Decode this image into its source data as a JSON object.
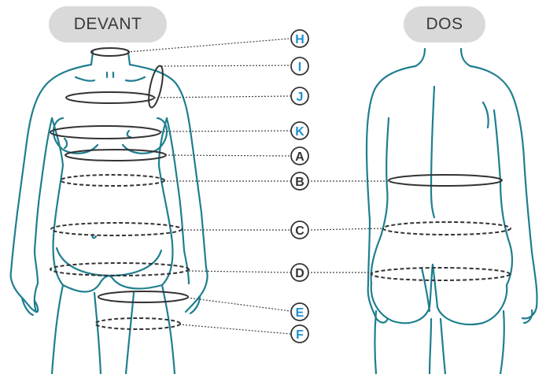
{
  "labels": {
    "front": "DEVANT",
    "back": "DOS"
  },
  "colors": {
    "body": "#1f7f8e",
    "band": "#333333",
    "dot": "#444444",
    "letter_blue": "#1e8fd0",
    "pill": "#d9d9d9"
  },
  "markers": [
    {
      "letter": "H",
      "color": "blue"
    },
    {
      "letter": "I",
      "color": "blue"
    },
    {
      "letter": "J",
      "color": "blue"
    },
    {
      "letter": "K",
      "color": "blue"
    },
    {
      "letter": "A",
      "color": "dark"
    },
    {
      "letter": "B",
      "color": "dark"
    },
    {
      "letter": "C",
      "color": "dark"
    },
    {
      "letter": "D",
      "color": "dark"
    },
    {
      "letter": "E",
      "color": "blue"
    },
    {
      "letter": "F",
      "color": "blue"
    }
  ]
}
